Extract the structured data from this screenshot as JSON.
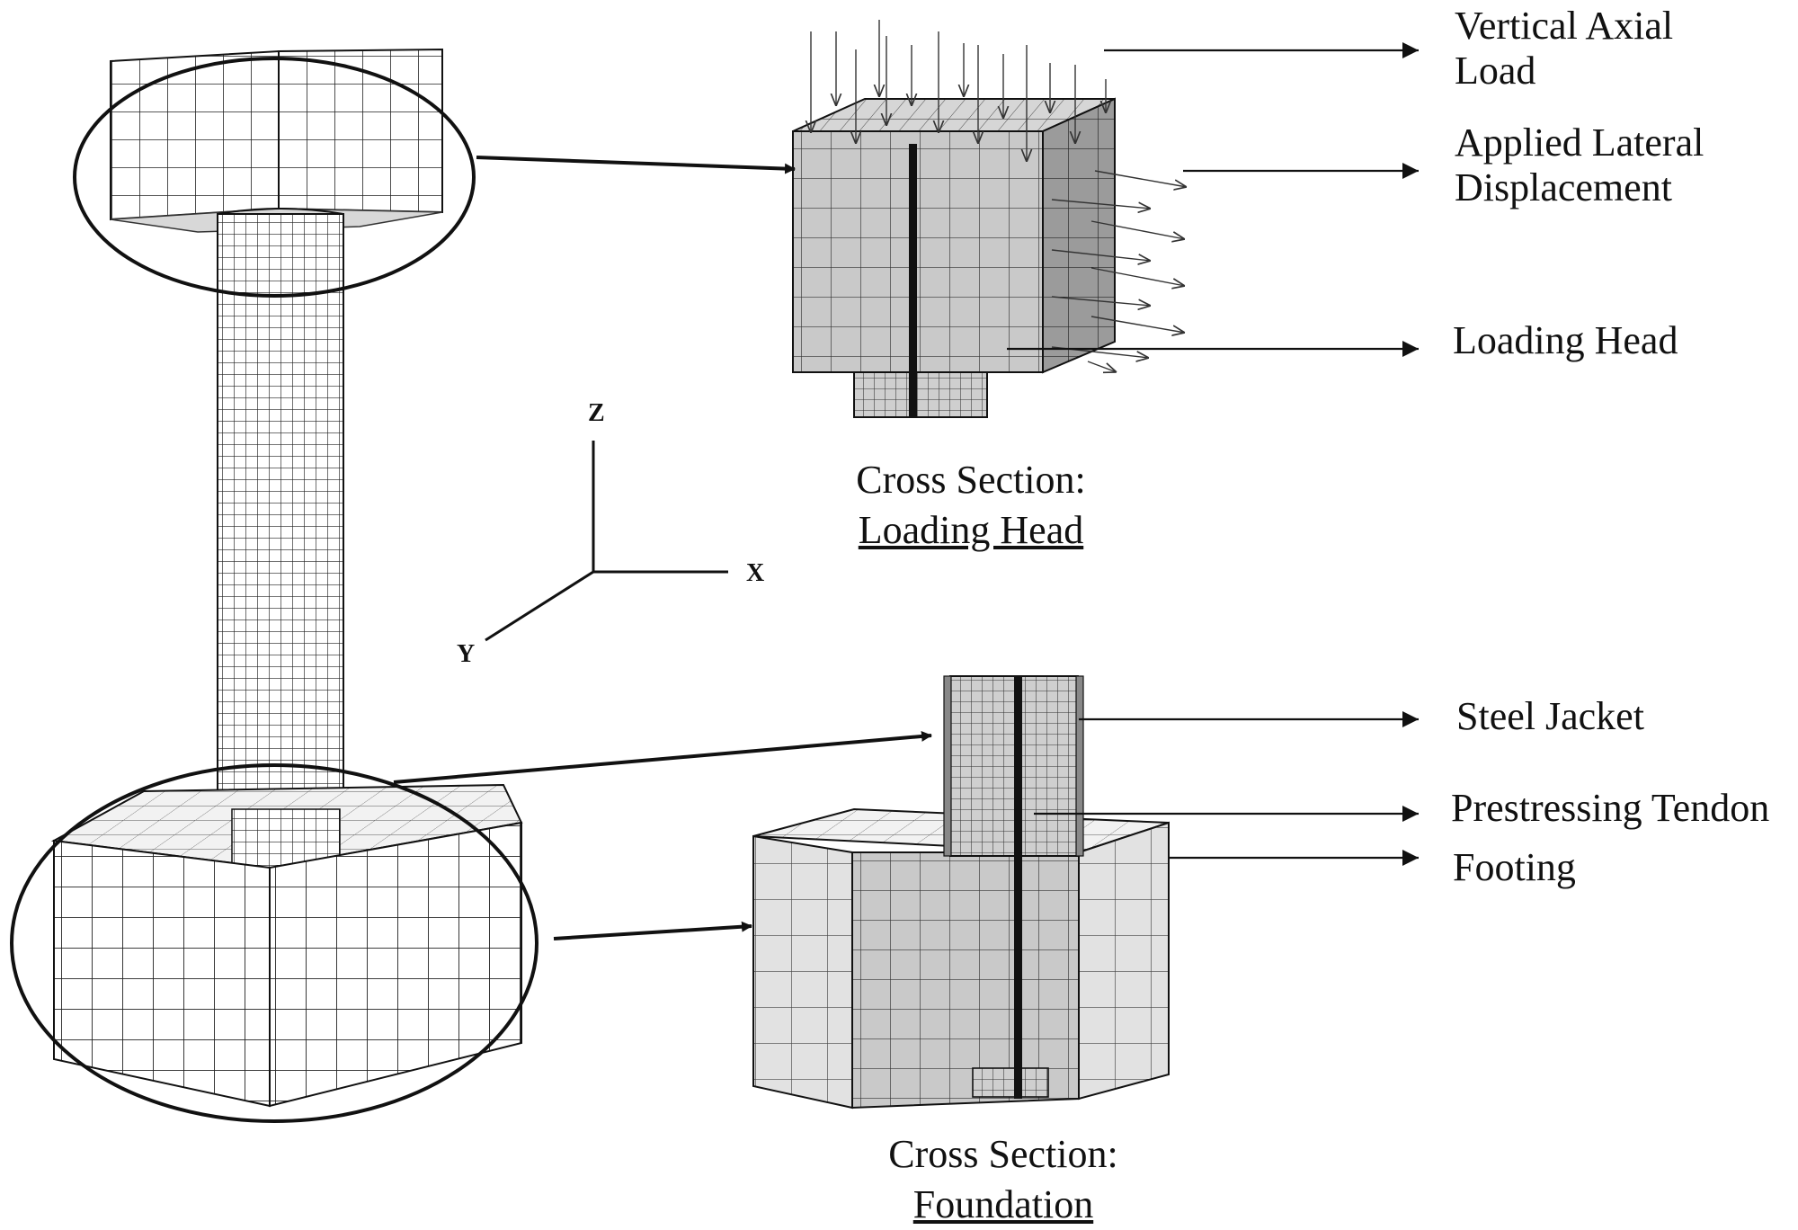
{
  "labels": {
    "vertical_axial_load": [
      "Vertical Axial",
      "Load"
    ],
    "applied_lateral_displacement": [
      "Applied Lateral",
      "Displacement"
    ],
    "loading_head": "Loading Head",
    "steel_jacket": "Steel Jacket",
    "prestressing_tendon": "Prestressing Tendon",
    "footing": "Footing"
  },
  "captions": {
    "top": {
      "line1": "Cross Section:",
      "line2": "Loading Head"
    },
    "bottom": {
      "line1": "Cross Section:",
      "line2": "Foundation"
    }
  },
  "axes": {
    "z": "Z",
    "x": "X",
    "y": "Y"
  },
  "colors": {
    "line": "#111111",
    "face_light": "#f4f4f4",
    "face_gray": "#c8c8c8",
    "face_dark": "#9a9a9a"
  }
}
